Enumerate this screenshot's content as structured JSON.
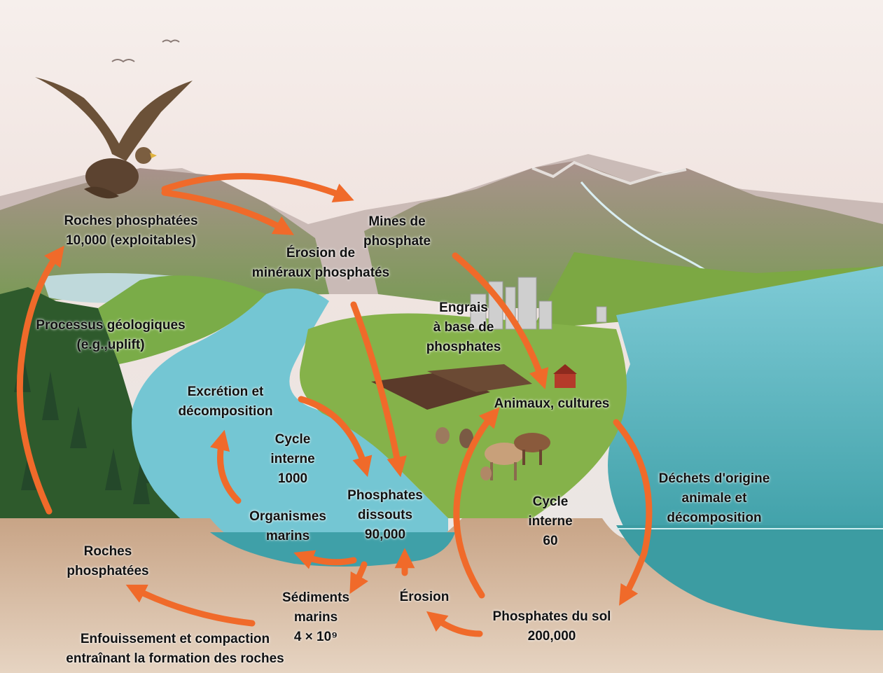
{
  "diagram": {
    "labels": {
      "roches_exploitables": [
        "Roches phosphatées",
        "10,000 (exploitables)"
      ],
      "erosion_mineraux": [
        "Érosion de",
        "minéraux phosphatés"
      ],
      "mines": [
        "Mines de",
        "phosphate"
      ],
      "engrais": [
        "Engrais",
        "à base de",
        "phosphates"
      ],
      "processus": [
        "Processus géologiques",
        "(e.g.,uplift)"
      ],
      "excretion": [
        "Excrétion et",
        "décomposition"
      ],
      "cycle_interne_1000": [
        "Cycle",
        "interne",
        "1000"
      ],
      "animaux": [
        "Animaux, cultures"
      ],
      "phosphates_dissouts": [
        "Phosphates",
        "dissouts",
        "90,000"
      ],
      "organismes": [
        "Organismes",
        "marins"
      ],
      "cycle_interne_60": [
        "Cycle",
        "interne",
        "60"
      ],
      "dechets": [
        "Déchets d'origine",
        "animale et",
        "décomposition"
      ],
      "roches": [
        "Roches",
        "phosphatées"
      ],
      "sediments": [
        "Sédiments",
        "marins",
        "4 × 10⁹"
      ],
      "erosion": [
        "Érosion"
      ],
      "phosphates_sol": [
        "Phosphates du sol",
        "200,000"
      ],
      "enfouissement": [
        "Enfouissement et compaction",
        "entraînant la formation des roches"
      ]
    },
    "colors": {
      "arrow": "#F06A2A",
      "sky_top": "#F3E9E6",
      "mountain": "#9C8B86",
      "grass": "#7BAE3F",
      "water": "#6FC3D0",
      "sea": "#4FAFB8",
      "soil": "#C9A88A",
      "forest": "#2E5A2C"
    }
  }
}
